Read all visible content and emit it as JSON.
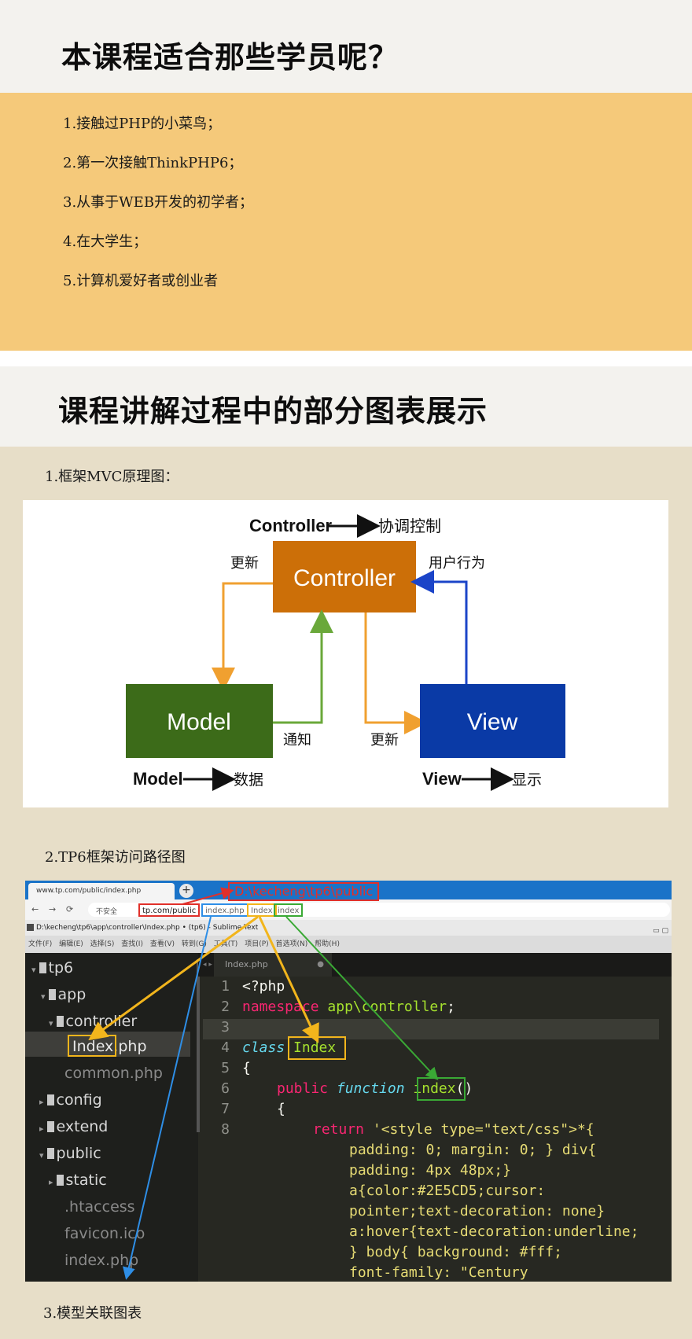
{
  "section1": {
    "title": "本课程适合那些学员呢？",
    "items": [
      "1.接触过PHP的小菜鸟；",
      "2.第一次接触ThinkPHP6；",
      "3.从事于WEB开发的初学者；",
      "4.在大学生；",
      "5.计算机爱好者或创业者"
    ]
  },
  "section2": {
    "title": "课程讲解过程中的部分图表展示",
    "caption1": "1.框架MVC原理图：",
    "caption2": "2.TP6框架访问路径图",
    "caption3": "3.模型关联图表"
  },
  "mvc_diagram": {
    "top_legend": "Controller",
    "top_legend_meaning": "协调控制",
    "controller": "Controller",
    "model": "Model",
    "view": "View",
    "label_update_left": "更新",
    "label_user_action": "用户行为",
    "label_notify": "通知",
    "label_update_bottom": "更新",
    "legend_model": "Model",
    "legend_model_meaning": "数据",
    "legend_view": "View",
    "legend_view_meaning": "显示",
    "colors": {
      "controller": "#cc6f08",
      "model": "#3c6b19",
      "view": "#0a3aa6",
      "arrow_orange": "#f0a030",
      "arrow_green": "#6aa83a",
      "arrow_blue": "#1b44c8"
    }
  },
  "tp6_screenshot": {
    "browser_tab": "www.tp.com/public/index.php",
    "new_tab": "+",
    "insecure_label": "不安全",
    "url_parts": [
      "tp.com/public",
      "index.php",
      "Index",
      "index"
    ],
    "path_label": "D:\\kecheng\\tp6\\public",
    "window_title": "D:\\kecheng\\tp6\\app\\controller\\Index.php • (tp6) - Sublime Text",
    "menu": [
      "文件(F)",
      "编辑(E)",
      "选择(S)",
      "查找(I)",
      "查看(V)",
      "转到(G)",
      "工具(T)",
      "项目(P)",
      "首选项(N)",
      "帮助(H)"
    ],
    "tree": {
      "root": "tp6",
      "app": "app",
      "controller": "controller",
      "index_file": "Index.php",
      "common": "common.php",
      "config": "config",
      "extend": "extend",
      "public": "public",
      "static": "static",
      "htaccess": ".htaccess",
      "favicon": "favicon.ico",
      "index_php": "index.php"
    },
    "editor_tab": "Index.php",
    "line_numbers": [
      "1",
      "2",
      "3",
      "4",
      "5",
      "6",
      "7",
      "8"
    ],
    "code": {
      "l1": "<?php",
      "l2_kw": "namespace",
      "l2_ns": "app\\controller",
      "l2_end": ";",
      "l4_kw": "class",
      "l4_name": "Index",
      "l5": "{",
      "l6_kw": "public",
      "l6_fn": "function",
      "l6_name": "index",
      "l6_end": "()",
      "l7": "{",
      "l8_kw": "return",
      "l8_s1": "'<style type=\"text/css\">*{",
      "l8_s2": "padding: 0; margin: 0; } div{",
      "l8_s3": "padding: 4px 48px;}",
      "l8_s4": "a{color:#2E5CD5;cursor:",
      "l8_s5": "pointer;text-decoration: none}",
      "l8_s6": "a:hover{text-decoration:underline;",
      "l8_s7": "} body{ background: #fff;",
      "l8_s8": "font-family: \"Century"
    }
  }
}
